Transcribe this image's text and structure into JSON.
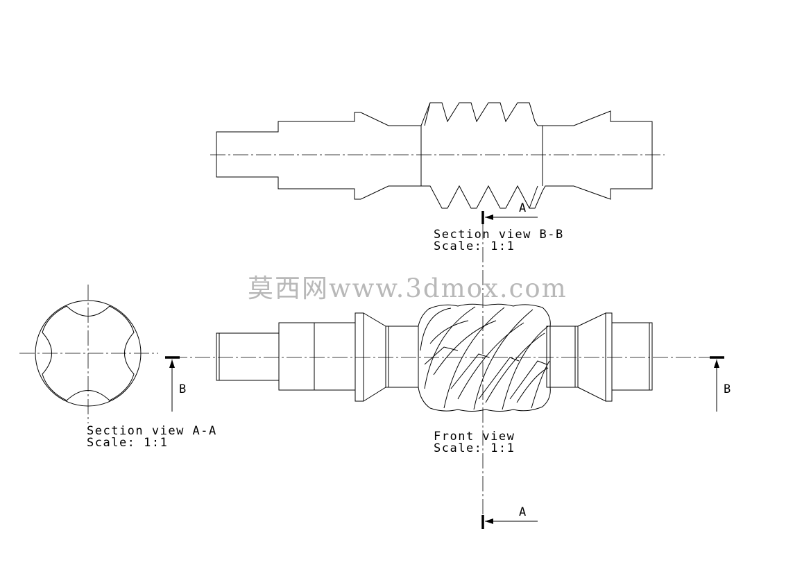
{
  "views": {
    "section_bb": {
      "title": "Section view B-B",
      "scale": "Scale:  1:1"
    },
    "section_aa": {
      "title": "Section view A-A",
      "scale": "Scale:  1:1"
    },
    "front": {
      "title": "Front view",
      "scale": "Scale:  1:1"
    }
  },
  "section_markers": {
    "a_top": "A",
    "a_bottom": "A",
    "b_left": "B",
    "b_right": "B"
  },
  "watermark": "莫西网www.3dmox.com"
}
